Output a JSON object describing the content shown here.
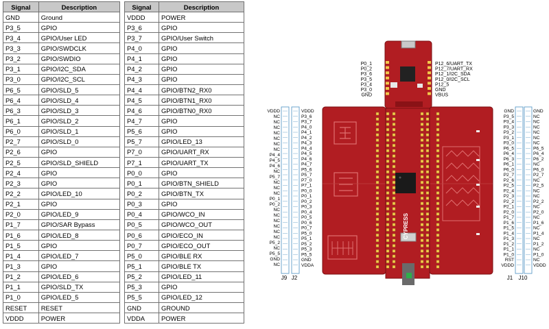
{
  "tables": [
    {
      "headers": [
        "Signal",
        "Description"
      ],
      "rows": [
        [
          "GND",
          "Ground"
        ],
        [
          "P3_5",
          "GPIO"
        ],
        [
          "P3_4",
          "GPIO/User LED"
        ],
        [
          "P3_3",
          "GPIO/SWDCLK"
        ],
        [
          "P3_2",
          "GPIO/SWDIO"
        ],
        [
          "P3_1",
          "GPIO/I2C_SDA"
        ],
        [
          "P3_0",
          "GPIO/I2C_SCL"
        ],
        [
          "P6_5",
          "GPIO/SLD_5"
        ],
        [
          "P6_4",
          "GPIO/SLD_4"
        ],
        [
          "P6_3",
          "GPIO/SLD_3"
        ],
        [
          "P6_1",
          "GPIO/SLD_2"
        ],
        [
          "P6_0",
          "GPIO/SLD_1"
        ],
        [
          "P2_7",
          "GPIO/SLD_0"
        ],
        [
          "P2_6",
          "GPIO"
        ],
        [
          "P2_5",
          "GPIO/SLD_SHIELD"
        ],
        [
          "P2_4",
          "GPIO"
        ],
        [
          "P2_3",
          "GPIO"
        ],
        [
          "P2_2",
          "GPIO/LED_10"
        ],
        [
          "P2_1",
          "GPIO"
        ],
        [
          "P2_0",
          "GPIO/LED_9"
        ],
        [
          "P1_7",
          "GPIO/SAR Bypass"
        ],
        [
          "P1_6",
          "GPIO/LED_8"
        ],
        [
          "P1_5",
          "GPIO"
        ],
        [
          "P1_4",
          "GPIO/LED_7"
        ],
        [
          "P1_3",
          "GPIO"
        ],
        [
          "P1_2",
          "GPIO/LED_6"
        ],
        [
          "P1_1",
          "GPIO/SLD_TX"
        ],
        [
          "P1_0",
          "GPIO/LED_5"
        ],
        [
          "RESET",
          "RESET"
        ],
        [
          "VDDD",
          "POWER"
        ]
      ]
    },
    {
      "headers": [
        "Signal",
        "Description"
      ],
      "rows": [
        [
          "VDDD",
          "POWER"
        ],
        [
          "P3_6",
          "GPIO"
        ],
        [
          "P3_7",
          "GPIO/User Switch"
        ],
        [
          "P4_0",
          "GPIO"
        ],
        [
          "P4_1",
          "GPIO"
        ],
        [
          "P4_2",
          "GPIO"
        ],
        [
          "P4_3",
          "GPIO"
        ],
        [
          "P4_4",
          "GPIO/BTN2_RX0"
        ],
        [
          "P4_5",
          "GPIO/BTN1_RX0"
        ],
        [
          "P4_6",
          "GPIO/BTN0_RX0"
        ],
        [
          "P4_7",
          "GPIO"
        ],
        [
          "P5_6",
          "GPIO"
        ],
        [
          "P5_7",
          "GPIO/LED_13"
        ],
        [
          "P7_0",
          "GPIO/UART_RX"
        ],
        [
          "P7_1",
          "GPIO/UART_TX"
        ],
        [
          "P0_0",
          "GPIO"
        ],
        [
          "P0_1",
          "GPIO/BTN_SHIELD"
        ],
        [
          "P0_2",
          "GPIO/BTN_TX"
        ],
        [
          "P0_3",
          "GPIO"
        ],
        [
          "P0_4",
          "GPIO/WCO_IN"
        ],
        [
          "P0_5",
          "GPIO/WCO_OUT"
        ],
        [
          "P0_6",
          "GPIO/ECO_IN"
        ],
        [
          "P0_7",
          "GPIO/ECO_OUT"
        ],
        [
          "P5_0",
          "GPIO/BLE RX"
        ],
        [
          "P5_1",
          "GPIO/BLE TX"
        ],
        [
          "P5_2",
          "GPIO/LED_11"
        ],
        [
          "P5_3",
          "GPIO"
        ],
        [
          "P5_5",
          "GPIO/LED_12"
        ],
        [
          "GND",
          "GROUND"
        ],
        [
          "VDDA",
          "POWER"
        ]
      ]
    }
  ],
  "diagram": {
    "top_left_labels": [
      "P0_1",
      "P0_2",
      "P3_6",
      "P3_5",
      "P3_4",
      "P3_0",
      "GND"
    ],
    "top_right_labels": [
      "P12_6/UART_TX",
      "P12_7/UART_RX",
      "P12_1/I2C_SDA",
      "P12_0/I2C_SCL",
      "P12_5",
      "GND",
      "VBUS"
    ],
    "j9_labels": [
      "VDDD",
      "NC",
      "NC",
      "NC",
      "NC",
      "NC",
      "NC",
      "NC",
      "P4_4",
      "P4_5",
      "P4_6",
      "NC",
      "P5_7",
      "NC",
      "NC",
      "NC",
      "P0_1",
      "P0_2",
      "NC",
      "NC",
      "NC",
      "NC",
      "NC",
      "NC",
      "P5_2",
      "NC",
      "P5_5",
      "GND",
      "NC"
    ],
    "j2_labels": [
      "VDDD",
      "P3_6",
      "P3_7",
      "P4_0",
      "P4_1",
      "P4_2",
      "P4_3",
      "P4_4",
      "P4_5",
      "P4_6",
      "P4_7",
      "P5_6",
      "P5_7",
      "P7_0",
      "P7_1",
      "P0_0",
      "P0_1",
      "P0_2",
      "P0_3",
      "P0_4",
      "P0_5",
      "P0_6",
      "P0_7",
      "P5_0",
      "P5_1",
      "P5_2",
      "P5_3",
      "P5_5",
      "GND",
      "VDDA"
    ],
    "j1_labels": [
      "GND",
      "P3_5",
      "P3_4",
      "P3_3",
      "P3_2",
      "P3_1",
      "P3_0",
      "P6_5",
      "P6_4",
      "P6_3",
      "P6_1",
      "P6_0",
      "P2_7",
      "P2_6",
      "P2_5",
      "P2_4",
      "P2_3",
      "P2_2",
      "P2_1",
      "P2_0",
      "P1_7",
      "P1_6",
      "P1_5",
      "P1_4",
      "P1_3",
      "P1_2",
      "P1_1",
      "P1_0",
      "RST",
      "VDDD"
    ],
    "j10_labels": [
      "GND",
      "NC",
      "NC",
      "NC",
      "NC",
      "NC",
      "NC",
      "P6_5",
      "P6_4",
      "P6_2",
      "NC",
      "P6_0",
      "P2_7",
      "NC",
      "P2_5",
      "NC",
      "NC",
      "P2_2",
      "NC",
      "P2_0",
      "NC",
      "P1_6",
      "NC",
      "P1_4",
      "NC",
      "P1_2",
      "NC",
      "P1_0",
      "NC",
      "VDDD"
    ],
    "header_names": {
      "j9": "J9",
      "j2": "J2",
      "j1": "J1",
      "j10": "J10"
    },
    "logo_text": "CYPRESS",
    "colors": {
      "board": "#b11d22",
      "board_dark": "#8a1216",
      "pin": "#f2c94c",
      "header_outline": "#4a90c2",
      "table_header": "#c8c8c8"
    }
  }
}
